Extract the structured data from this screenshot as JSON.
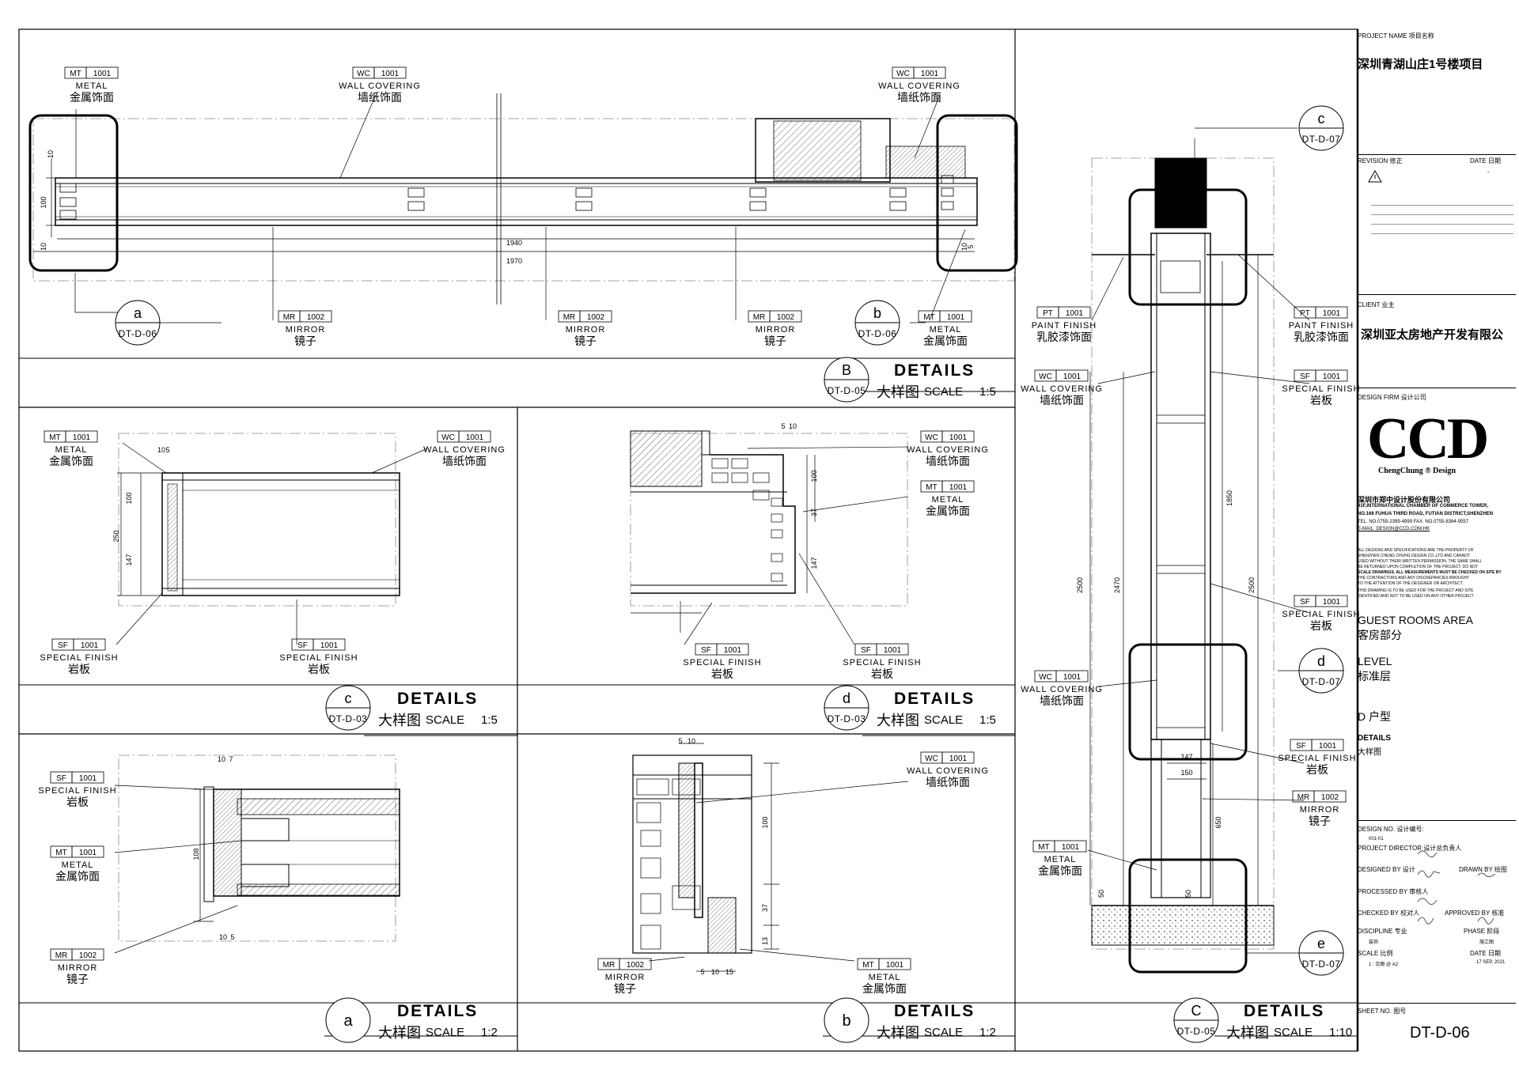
{
  "views": {
    "B": {
      "tag": "B",
      "ref": "DT-D-05",
      "title": "DETAILS",
      "title_cn": "大样图",
      "scale_label": "SCALE",
      "scale": "1:5",
      "dims": [
        "10",
        "100",
        "10",
        "1940",
        "1970",
        "10",
        "5"
      ],
      "labels": [
        {
          "code": "MT",
          "num": "1001",
          "en": "METAL",
          "cn": "金属饰面"
        },
        {
          "code": "WC",
          "num": "1001",
          "en": "WALL COVERING",
          "cn": "墙纸饰面"
        },
        {
          "code": "WC",
          "num": "1001",
          "en": "WALL COVERING",
          "cn": "墙纸饰面"
        },
        {
          "code": "MR",
          "num": "1002",
          "en": "MIRROR",
          "cn": "镜子"
        },
        {
          "code": "MR",
          "num": "1002",
          "en": "MIRROR",
          "cn": "镜子"
        },
        {
          "code": "MR",
          "num": "1002",
          "en": "MIRROR",
          "cn": "镜子"
        },
        {
          "code": "MT",
          "num": "1001",
          "en": "METAL",
          "cn": "金属饰面"
        }
      ],
      "callouts": [
        {
          "tag": "a",
          "ref": "DT-D-06"
        },
        {
          "tag": "b",
          "ref": "DT-D-06"
        }
      ]
    },
    "c5": {
      "tag": "c",
      "ref": "DT-D-03",
      "title": "DETAILS",
      "title_cn": "大样图",
      "scale_label": "SCALE",
      "scale": "1:5",
      "dims": [
        "10",
        "5",
        "100",
        "250",
        "147"
      ],
      "labels": [
        {
          "code": "MT",
          "num": "1001",
          "en": "METAL",
          "cn": "金属饰面"
        },
        {
          "code": "WC",
          "num": "1001",
          "en": "WALL COVERING",
          "cn": "墙纸饰面"
        },
        {
          "code": "SF",
          "num": "1001",
          "en": "SPECIAL FINISH",
          "cn": "岩板"
        },
        {
          "code": "SF",
          "num": "1001",
          "en": "SPECIAL FINISH",
          "cn": "岩板"
        }
      ]
    },
    "d5": {
      "tag": "d",
      "ref": "DT-D-03",
      "title": "DETAILS",
      "title_cn": "大样图",
      "scale_label": "SCALE",
      "scale": "1:5",
      "dims": [
        "5",
        "10",
        "100",
        "37",
        "147"
      ],
      "labels": [
        {
          "code": "WC",
          "num": "1001",
          "en": "WALL COVERING",
          "cn": "墙纸饰面"
        },
        {
          "code": "MT",
          "num": "1001",
          "en": "METAL",
          "cn": "金属饰面"
        },
        {
          "code": "SF",
          "num": "1001",
          "en": "SPECIAL FINISH",
          "cn": "岩板"
        },
        {
          "code": "SF",
          "num": "1001",
          "en": "SPECIAL FINISH",
          "cn": "岩板"
        }
      ]
    },
    "a2": {
      "tag": "a",
      "ref": "",
      "title": "DETAILS",
      "title_cn": "大样图",
      "scale_label": "SCALE",
      "scale": "1:2",
      "dims": [
        "10",
        "7",
        "108",
        "10",
        "5"
      ],
      "labels": [
        {
          "code": "SF",
          "num": "1001",
          "en": "SPECIAL FINISH",
          "cn": "岩板"
        },
        {
          "code": "MT",
          "num": "1001",
          "en": "METAL",
          "cn": "金属饰面"
        },
        {
          "code": "MR",
          "num": "1002",
          "en": "MIRROR",
          "cn": "镜子"
        }
      ]
    },
    "b2": {
      "tag": "b",
      "ref": "",
      "title": "DETAILS",
      "title_cn": "大样图",
      "scale_label": "SCALE",
      "scale": "1:2",
      "dims": [
        "5",
        "10",
        "100",
        "37",
        "13",
        "5",
        "10",
        "15"
      ],
      "labels": [
        {
          "code": "WC",
          "num": "1001",
          "en": "WALL COVERING",
          "cn": "墙纸饰面"
        },
        {
          "code": "MR",
          "num": "1002",
          "en": "MIRROR",
          "cn": "镜子"
        },
        {
          "code": "MT",
          "num": "1001",
          "en": "METAL",
          "cn": "金属饰面"
        }
      ]
    },
    "C": {
      "tag": "C",
      "ref": "DT-D-05",
      "title": "DETAILS",
      "title_cn": "大样图",
      "scale_label": "SCALE",
      "scale": "1:10",
      "dims": [
        "1850",
        "2500",
        "2470",
        "2500",
        "147",
        "150",
        "650",
        "50",
        "50"
      ],
      "labels": [
        {
          "code": "PT",
          "num": "1001",
          "en": "PAINT FINISH",
          "cn": "乳胶漆饰面"
        },
        {
          "code": "PT",
          "num": "1001",
          "en": "PAINT FINISH",
          "cn": "乳胶漆饰面"
        },
        {
          "code": "WC",
          "num": "1001",
          "en": "WALL COVERING",
          "cn": "墙纸饰面"
        },
        {
          "code": "SF",
          "num": "1001",
          "en": "SPECIAL FINISH",
          "cn": "岩板"
        },
        {
          "code": "SF",
          "num": "1001",
          "en": "SPECIAL FINISH",
          "cn": "岩板"
        },
        {
          "code": "WC",
          "num": "1001",
          "en": "WALL COVERING",
          "cn": "墙纸饰面"
        },
        {
          "code": "SF",
          "num": "1001",
          "en": "SPECIAL FINISH",
          "cn": "岩板"
        },
        {
          "code": "MR",
          "num": "1002",
          "en": "MIRROR",
          "cn": "镜子"
        },
        {
          "code": "MT",
          "num": "1001",
          "en": "METAL",
          "cn": "金属饰面"
        }
      ],
      "callouts": [
        {
          "tag": "c",
          "ref": "DT-D-07"
        },
        {
          "tag": "d",
          "ref": "DT-D-07"
        },
        {
          "tag": "e",
          "ref": "DT-D-07"
        }
      ]
    }
  },
  "title_block": {
    "project_name_label": "PROJECT NAME 项目名称",
    "project_name": "深圳青湖山庄1号楼项目",
    "revision_label": "REVISION 修正",
    "date_label": "DATE 日期",
    "revision_date": "-",
    "client_label": "CLIENT 业主",
    "client": "深圳亚太房地产开发有限公",
    "design_firm_label": "DESIGN FIRM 设计公司",
    "logo": "CCD",
    "logo_sub": "ChengChung ® Design",
    "company": "深圳市郑中设计股份有限公司",
    "address_1": "41F,INTERNATIONAL CHAMBER OF COMMERCE TOWER,",
    "address_2": "NO.168 FUHUA THIRD ROAD, FUTIAN DISTRICT,SHENZHEN",
    "tel": "TEL. NO.0755-2399-4999    FAX. NO.0755-8384-9557",
    "email": "E-MAIL: DESIGN@CCD.COM.HK",
    "legal_1": "ALL DESIGNS AND SPECIFICATIONS ARE THE PROPERTY OF",
    "legal_2": "SHENZHEN CHENG CHUNG DESIGN CO.,LTD   AND CANNOT",
    "legal_3": "USED WITHOUT THEIR WRITTEN PERMISSION. THE SAME SHALL",
    "legal_4": "BE RETURNED UPON COMPLETION OF THE PROJECT. DO NOT",
    "legal_5": "SCALE DRAWINGS. ALL MEASUREMENTS MUST BE CHECKED ON SITE BY",
    "legal_6": "THE CONTRACTORS AND ANY DISCREPANCIES BROUGHT",
    "legal_7": "TO THE ATTENTION OF THE DESIGNER OR ARCHITECT.",
    "legal_8": "THIS DRAWING IS TO BE USED FOR THE PROJECT AND SITE",
    "legal_9": "IDENTIFIED AND NOT TO BE USED ON ANY OTHER PROJECT",
    "area_en": "GUEST ROOMS AREA",
    "area_cn": "客房部分",
    "level_en": "LEVEL",
    "level_cn": "标准层",
    "unit": "D 户型",
    "details_en": "DETAILS",
    "details_cn": "大样图",
    "design_no_label": "DESIGN NO. 设计编号:",
    "design_no": "001-01",
    "project_director_label": "PROJECT DIRECTOR  设计总负责人",
    "designed_by_label": "DESIGNED BY  设计",
    "drawn_by_label": "DRAWN BY  绘图",
    "processed_by_label": "PROCESSED BY 审核人",
    "checked_by_label": "CHECKED BY  校对人",
    "approved_by_label": "APPROVED BY  核准",
    "discipline_label": "DISCIPLINE  专业",
    "phase_label": "PHASE  阶段",
    "discipline": "装饰",
    "phase": "施工图",
    "scale_label": "SCALE  比例",
    "title_date_label": "DATE  日期",
    "scale_value": "1 : 见图 @ A2",
    "date_value": "17 SEP, 2021",
    "sheet_no_label": "SHEET NO.  图号",
    "sheet_no": "DT-D-06"
  },
  "colors": {
    "line": "#000000",
    "dashed": "#777777"
  }
}
